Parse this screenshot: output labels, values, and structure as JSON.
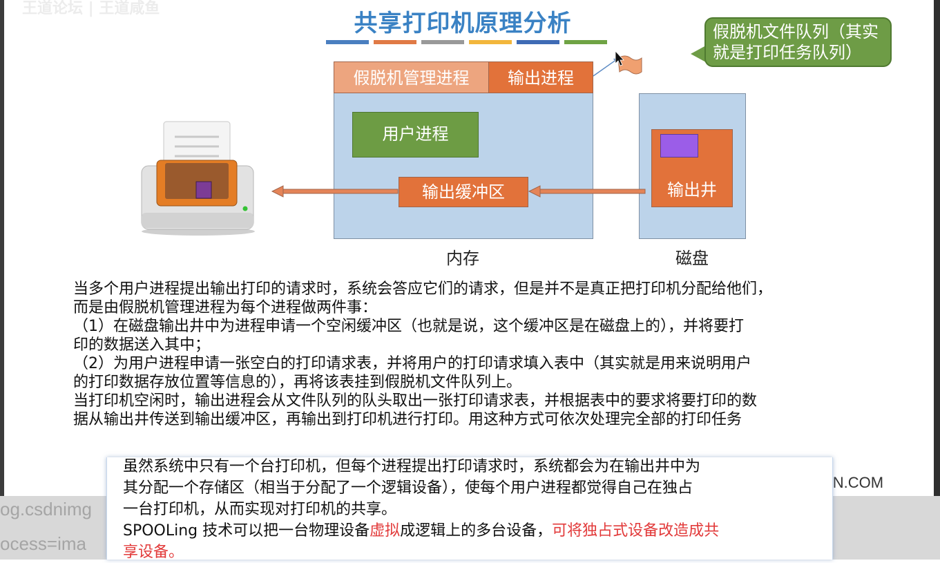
{
  "watermark": "王道论坛 | 王道咸鱼",
  "title": "共享打印机原理分析",
  "title_bar_colors": [
    "#4a7fc0",
    "#e07a45",
    "#999999",
    "#f2b63c",
    "#3f6bb5",
    "#6fa344"
  ],
  "callout": "假脱机文件队列（其实就是打印任务队列）",
  "memory": {
    "spool_mgr": "假脱机管理进程",
    "output_proc": "输出进程",
    "user_proc": "用户进程",
    "out_buffer": "输出缓冲区",
    "caption": "内存"
  },
  "disk": {
    "out_well": "输出井",
    "caption": "磁盘"
  },
  "paragraph": [
    "当多个用户进程提出输出打印的请求时，系统会答应它们的请求，但是并不是真正把打印机分配给他们，",
    "而是由假脱机管理进程为每个进程做两件事：",
    "（1）在磁盘输出井中为进程申请一个空闲缓冲区（也就是说，这个缓冲区是在磁盘上的），并将要打",
    "印的数据送入其中；",
    "（2）为用户进程申请一张空白的打印请求表，并将用户的打印请求填入表中（其实就是用来说明用户",
    "的打印数据存放位置等信息的），再将该表挂到假脱机文件队列上。",
    "当打印机空闲时，输出进程会从文件队列的队头取出一张打印请求表，并根据表中的要求将要打印的数",
    "据从输出井传送到输出缓冲区，再输出到打印机进行打印。用这种方式可依次处理完全部的打印任务"
  ],
  "popup": {
    "line1": "虽然系统中只有一个台打印机，但每个进程提出打印请求时，系统都会为在输出井中为",
    "line2": "其分配一个存储区（相当于分配了一个逻辑设备），使每个用户进程都觉得自己在独占",
    "line3": "一台打印机，从而实现对打印机的共享。",
    "line4_a": "SPOOLing 技术可以把一台物理设备",
    "line4_red1": "虚拟",
    "line4_b": "成逻辑上的多台设备，",
    "line4_red2": "可将独占式设备改造成共",
    "line5_red": "享设备。"
  },
  "background": {
    "url_fragment_1": "og.csdnimg",
    "url_fragment_2": "ocess=ima",
    "site_suffix": "YAN.COM"
  }
}
